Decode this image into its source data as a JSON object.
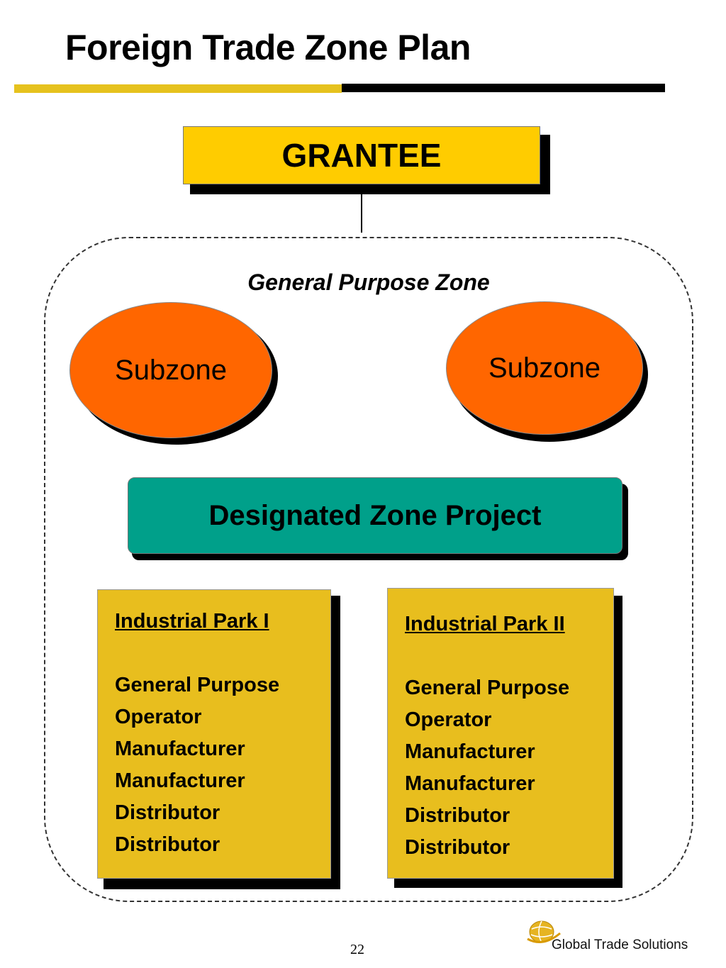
{
  "title": "Foreign Trade Zone Plan",
  "colors": {
    "accent_yellow": "#E6C21E",
    "grantee_fill": "#FFCC00",
    "subzone_fill": "#FF6600",
    "dzp_fill": "#00A08A",
    "park_fill": "#E8BE1E"
  },
  "diagram": {
    "grantee": "GRANTEE",
    "zone_label": "General Purpose Zone",
    "subzones": [
      "Subzone",
      "Subzone"
    ],
    "designated_project": "Designated Zone Project",
    "parks": [
      {
        "title": "Industrial Park I",
        "items": [
          "General Purpose",
          "Operator",
          "Manufacturer",
          "Manufacturer",
          "Distributor",
          "Distributor"
        ]
      },
      {
        "title": "Industrial Park II",
        "items": [
          "General Purpose",
          "Operator",
          "Manufacturer",
          "Manufacturer",
          "Distributor",
          "Distributor"
        ]
      }
    ]
  },
  "footer": {
    "page_number": "22",
    "company": "Global Trade Solutions",
    "logo_icon": "globe-icon"
  }
}
